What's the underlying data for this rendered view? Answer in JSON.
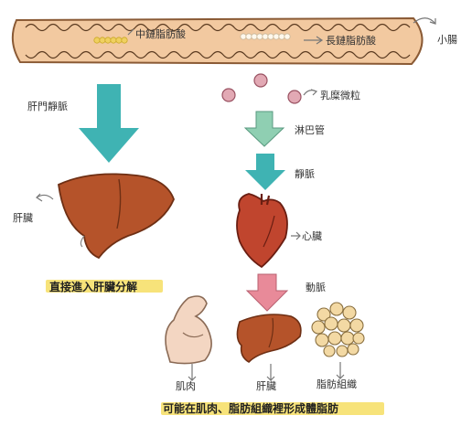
{
  "labels": {
    "medium_chain_fatty_acid": "中鏈脂肪酸",
    "long_chain_fatty_acid": "長鏈脂肪酸",
    "small_intestine": "小腸",
    "hepatic_portal_vein": "肝門靜脈",
    "chylomicron": "乳糜微粒",
    "lymphatic_vessel": "淋巴管",
    "vein": "靜脈",
    "liver_left": "肝臟",
    "heart": "心臟",
    "direct_to_liver": "直接進入肝臟分解",
    "artery": "動脈",
    "muscle": "肌肉",
    "liver_bottom": "肝臟",
    "adipose_tissue": "脂肪組織",
    "conclusion": "可能在肌肉、脂肪組織裡形成體脂肪"
  },
  "colors": {
    "intestine_fill": "#f2c9a0",
    "teal_arrow": "#3fb3b3",
    "green_arrow": "#8fcfb2",
    "pink_arrow": "#e88a99",
    "liver": "#b5532a",
    "heart": "#c0452e",
    "chylomicron": "#e2a9b4",
    "highlight": "#f7e37a",
    "fat_cell": "#f3d9a4"
  }
}
